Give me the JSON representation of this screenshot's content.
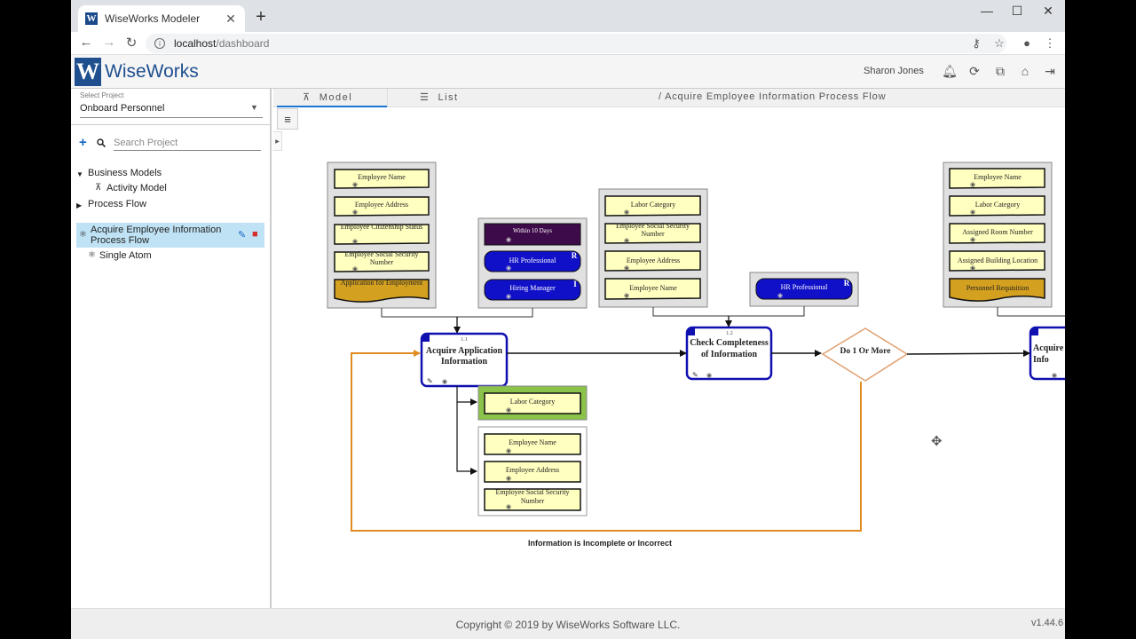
{
  "browser": {
    "tab_title": "WiseWorks Modeler",
    "url_host": "localhost",
    "url_path": "/dashboard"
  },
  "header": {
    "logo_text": "WiseWorks",
    "user_name": "Sharon Jones"
  },
  "sidebar": {
    "project_label": "Select Project",
    "project_value": "Onboard Personnel",
    "search_placeholder": "Search Project",
    "tree": {
      "business_models": "Business Models",
      "activity_model": "Activity Model",
      "process_flow": "Process Flow",
      "selected_item": "Acquire Employee Information Process Flow",
      "single_atom": "Single Atom"
    }
  },
  "main": {
    "tabs": [
      {
        "label": "Model"
      },
      {
        "label": "List"
      }
    ],
    "breadcrumb": "/ Acquire Employee Information Process Flow"
  },
  "diagram": {
    "group1": [
      "Employee Name",
      "Employee Address",
      "Employee Citizenship Status",
      "Employee Social Security Number"
    ],
    "group1_doc": "Application for Employment",
    "group2_time": "Within 10 Days",
    "group2_roles": [
      {
        "label": "HR Professional",
        "badge": "R"
      },
      {
        "label": "Hiring Manager",
        "badge": "I"
      }
    ],
    "group3": [
      "Labor Category",
      "Employee Social Security Number",
      "Employee Address",
      "Employee Name"
    ],
    "group4_role": {
      "label": "HR Professional",
      "badge": "R"
    },
    "group5": [
      "Employee Name",
      "Labor Category",
      "Assigned Room Number",
      "Assigned Building Location"
    ],
    "group5_doc": "Personnel Requisition",
    "activity1": {
      "num": "1.1",
      "title": "Acquire Application Information"
    },
    "activity2": {
      "num": "1.2",
      "title": "Check Completeness of Information"
    },
    "activity3_title": "Acquire Info",
    "decision": "Do 1 Or More",
    "output_green": "Labor Category",
    "output_group": [
      "Employee Name",
      "Employee Address",
      "Employee Social Security Number"
    ],
    "loop_label": "Information is Incomplete or Incorrect"
  },
  "footer": {
    "copyright": "Copyright © 2019 by WiseWorks Software LLC.",
    "version": "v1.44.6"
  },
  "colors": {
    "entity_fill": "#ffffc0",
    "doc_fill": "#d4a020",
    "role_fill": "#1010c8",
    "time_fill": "#3d0a4a",
    "activity_stroke": "#1010b0",
    "loop_stroke": "#e08a20",
    "selected_bg": "#bfe3f5"
  }
}
